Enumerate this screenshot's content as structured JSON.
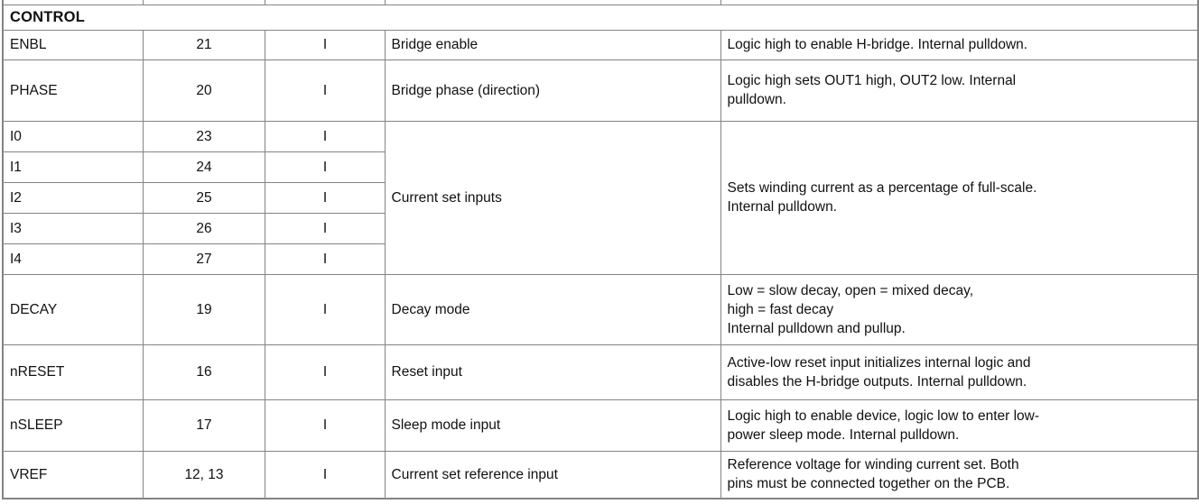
{
  "colors": {
    "border": "#848484",
    "text": "#111111",
    "background": "#ffffff"
  },
  "table": {
    "section_header": "CONTROL",
    "rows": [
      {
        "name": "ENBL",
        "pin": "21",
        "type": "I",
        "description": "Bridge enable",
        "detail": "Logic high to enable H-bridge. Internal pulldown."
      },
      {
        "name": "PHASE",
        "pin": "20",
        "type": "I",
        "description": "Bridge phase (direction)",
        "detail": "Logic high sets OUT1 high, OUT2 low. Internal\npulldown."
      },
      {
        "name": "I0",
        "pin": "23",
        "type": "I",
        "description": "Current set inputs",
        "detail": "Sets winding current as a percentage of full-scale.\nInternal pulldown."
      },
      {
        "name": "I1",
        "pin": "24",
        "type": "I"
      },
      {
        "name": "I2",
        "pin": "25",
        "type": "I"
      },
      {
        "name": "I3",
        "pin": "26",
        "type": "I"
      },
      {
        "name": "I4",
        "pin": "27",
        "type": "I"
      },
      {
        "name": "DECAY",
        "pin": "19",
        "type": "I",
        "description": "Decay mode",
        "detail": "Low = slow decay, open = mixed decay,\nhigh = fast decay\nInternal pulldown and pullup."
      },
      {
        "name": "nRESET",
        "pin": "16",
        "type": "I",
        "description": "Reset input",
        "detail": "Active-low reset input initializes internal logic and\ndisables the H-bridge outputs. Internal pulldown."
      },
      {
        "name": "nSLEEP",
        "pin": "17",
        "type": "I",
        "description": "Sleep mode input",
        "detail": "Logic high to enable device, logic low to enter low-\npower sleep mode. Internal pulldown."
      },
      {
        "name": "VREF",
        "pin": "12, 13",
        "type": "I",
        "description": "Current set reference input",
        "detail": "Reference voltage for winding current set. Both\npins must be connected together on the PCB."
      }
    ]
  }
}
